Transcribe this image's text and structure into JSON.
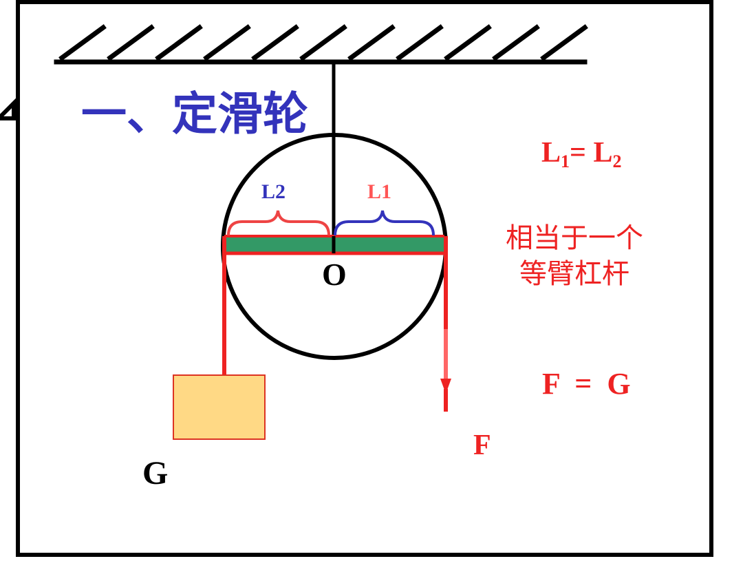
{
  "title": "一、定滑轮",
  "labels": {
    "l2": "L2",
    "l1": "L1",
    "pivot": "O",
    "weight": "G",
    "force": "F"
  },
  "equation_1": {
    "left": "L",
    "left_sub": "1",
    "eq": "= L",
    "right_sub": "2"
  },
  "description": {
    "line1": "相当于一个",
    "line2": "等臂杠杆"
  },
  "equation_2": "F  =  G",
  "colors": {
    "title": "#3333bb",
    "red": "#ee2222",
    "blue": "#3333bb",
    "lever": "#339966",
    "weight_fill": "#ffd985",
    "weight_border": "#dd3322",
    "black": "#000000",
    "l1_label": "#ff5555"
  }
}
